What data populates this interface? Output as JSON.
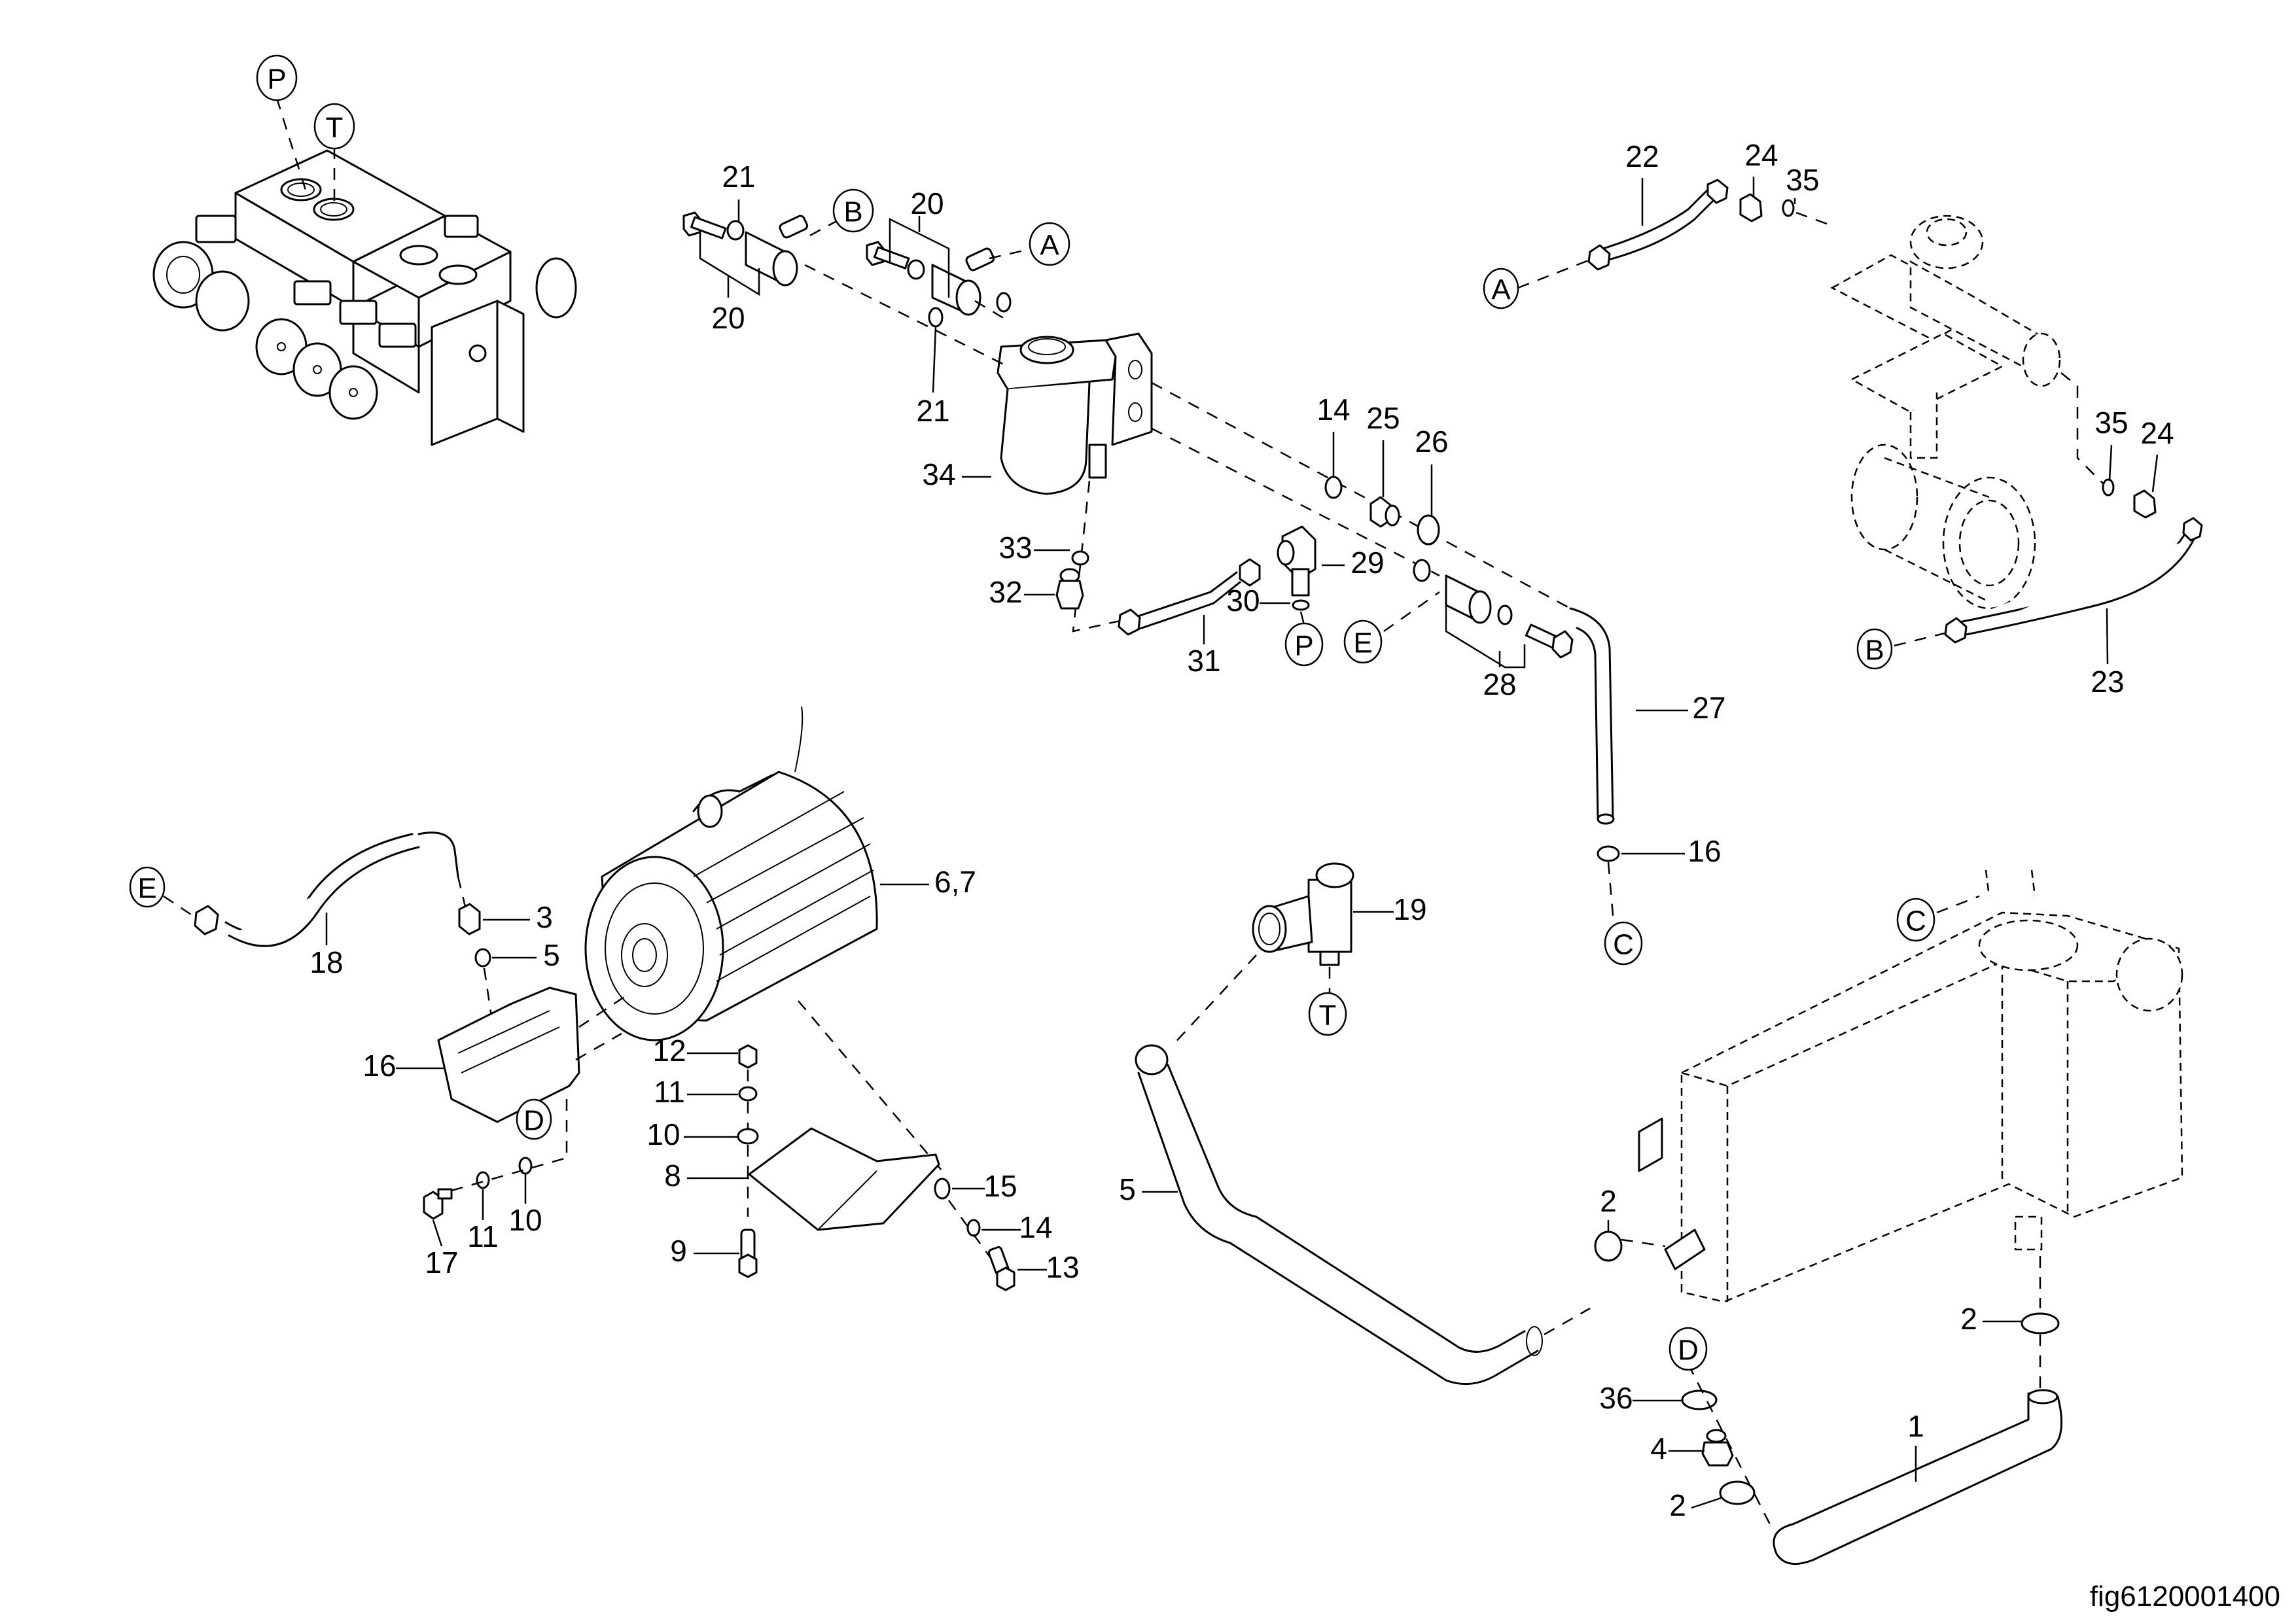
{
  "figure": {
    "id_label": "fig6120001400",
    "line_color": "#000000",
    "background": "#ffffff"
  },
  "reference_markers": [
    {
      "id": "ref-P-valve",
      "letter": "P"
    },
    {
      "id": "ref-T-valve",
      "letter": "T"
    },
    {
      "id": "ref-B-top",
      "letter": "B"
    },
    {
      "id": "ref-A-top",
      "letter": "A"
    },
    {
      "id": "ref-P-fitting",
      "letter": "P"
    },
    {
      "id": "ref-E-fitting",
      "letter": "E"
    },
    {
      "id": "ref-C-hose",
      "letter": "C"
    },
    {
      "id": "ref-A-hose22",
      "letter": "A"
    },
    {
      "id": "ref-B-hose23",
      "letter": "B"
    },
    {
      "id": "ref-E-hose18",
      "letter": "E"
    },
    {
      "id": "ref-D-pump",
      "letter": "D"
    },
    {
      "id": "ref-T-tee",
      "letter": "T"
    },
    {
      "id": "ref-C-tank",
      "letter": "C"
    },
    {
      "id": "ref-D-adapter",
      "letter": "D"
    }
  ],
  "callouts": [
    {
      "id": "c21-top",
      "number": "21"
    },
    {
      "id": "c20-top",
      "number": "20"
    },
    {
      "id": "c20-left",
      "number": "20"
    },
    {
      "id": "c21-low",
      "number": "21"
    },
    {
      "id": "c34",
      "number": "34"
    },
    {
      "id": "c14-upper",
      "number": "14"
    },
    {
      "id": "c25",
      "number": "25"
    },
    {
      "id": "c26",
      "number": "26"
    },
    {
      "id": "c33",
      "number": "33"
    },
    {
      "id": "c32",
      "number": "32"
    },
    {
      "id": "c29",
      "number": "29"
    },
    {
      "id": "c30",
      "number": "30"
    },
    {
      "id": "c31",
      "number": "31"
    },
    {
      "id": "c28",
      "number": "28"
    },
    {
      "id": "c27",
      "number": "27"
    },
    {
      "id": "c16-clamp",
      "number": "16"
    },
    {
      "id": "c22",
      "number": "22"
    },
    {
      "id": "c24-top",
      "number": "24"
    },
    {
      "id": "c35-top",
      "number": "35"
    },
    {
      "id": "c35-right",
      "number": "35"
    },
    {
      "id": "c24-right",
      "number": "24"
    },
    {
      "id": "c23",
      "number": "23"
    },
    {
      "id": "c18",
      "number": "18"
    },
    {
      "id": "c3",
      "number": "3"
    },
    {
      "id": "c5-washer",
      "number": "5"
    },
    {
      "id": "c6-7",
      "number": "6,7"
    },
    {
      "id": "c16-pump",
      "number": "16"
    },
    {
      "id": "c12",
      "number": "12"
    },
    {
      "id": "c11-stack",
      "number": "11"
    },
    {
      "id": "c10-stack",
      "number": "10"
    },
    {
      "id": "c8",
      "number": "8"
    },
    {
      "id": "c9",
      "number": "9"
    },
    {
      "id": "c15",
      "number": "15"
    },
    {
      "id": "c14-lower",
      "number": "14"
    },
    {
      "id": "c13",
      "number": "13"
    },
    {
      "id": "c17",
      "number": "17"
    },
    {
      "id": "c11-pump",
      "number": "11"
    },
    {
      "id": "c10-pump",
      "number": "10"
    },
    {
      "id": "c19",
      "number": "19"
    },
    {
      "id": "c5-hose",
      "number": "5"
    },
    {
      "id": "c2-tank-left",
      "number": "2"
    },
    {
      "id": "c2-tank-bottom",
      "number": "2"
    },
    {
      "id": "c36",
      "number": "36"
    },
    {
      "id": "c4",
      "number": "4"
    },
    {
      "id": "c1",
      "number": "1"
    },
    {
      "id": "c2-lower",
      "number": "2"
    }
  ],
  "components": [
    {
      "id": "valve-block",
      "name": "Control valve block"
    },
    {
      "id": "steering-unit",
      "name": "Steering unit (34)"
    },
    {
      "id": "steering-cylinder",
      "name": "Steering cylinder (phantom)"
    },
    {
      "id": "traction-motor",
      "name": "Motor (6,7)"
    },
    {
      "id": "pump",
      "name": "Pump (16)"
    },
    {
      "id": "mounting-bracket",
      "name": "Bracket (8)"
    },
    {
      "id": "tee-fitting",
      "name": "Tee fitting (19)"
    },
    {
      "id": "suction-hose",
      "name": "Hose (5)"
    },
    {
      "id": "return-hose",
      "name": "Hose (27)"
    },
    {
      "id": "hydraulic-tank",
      "name": "Tank (phantom)"
    },
    {
      "id": "suction-pipe",
      "name": "Hose (1)"
    }
  ]
}
